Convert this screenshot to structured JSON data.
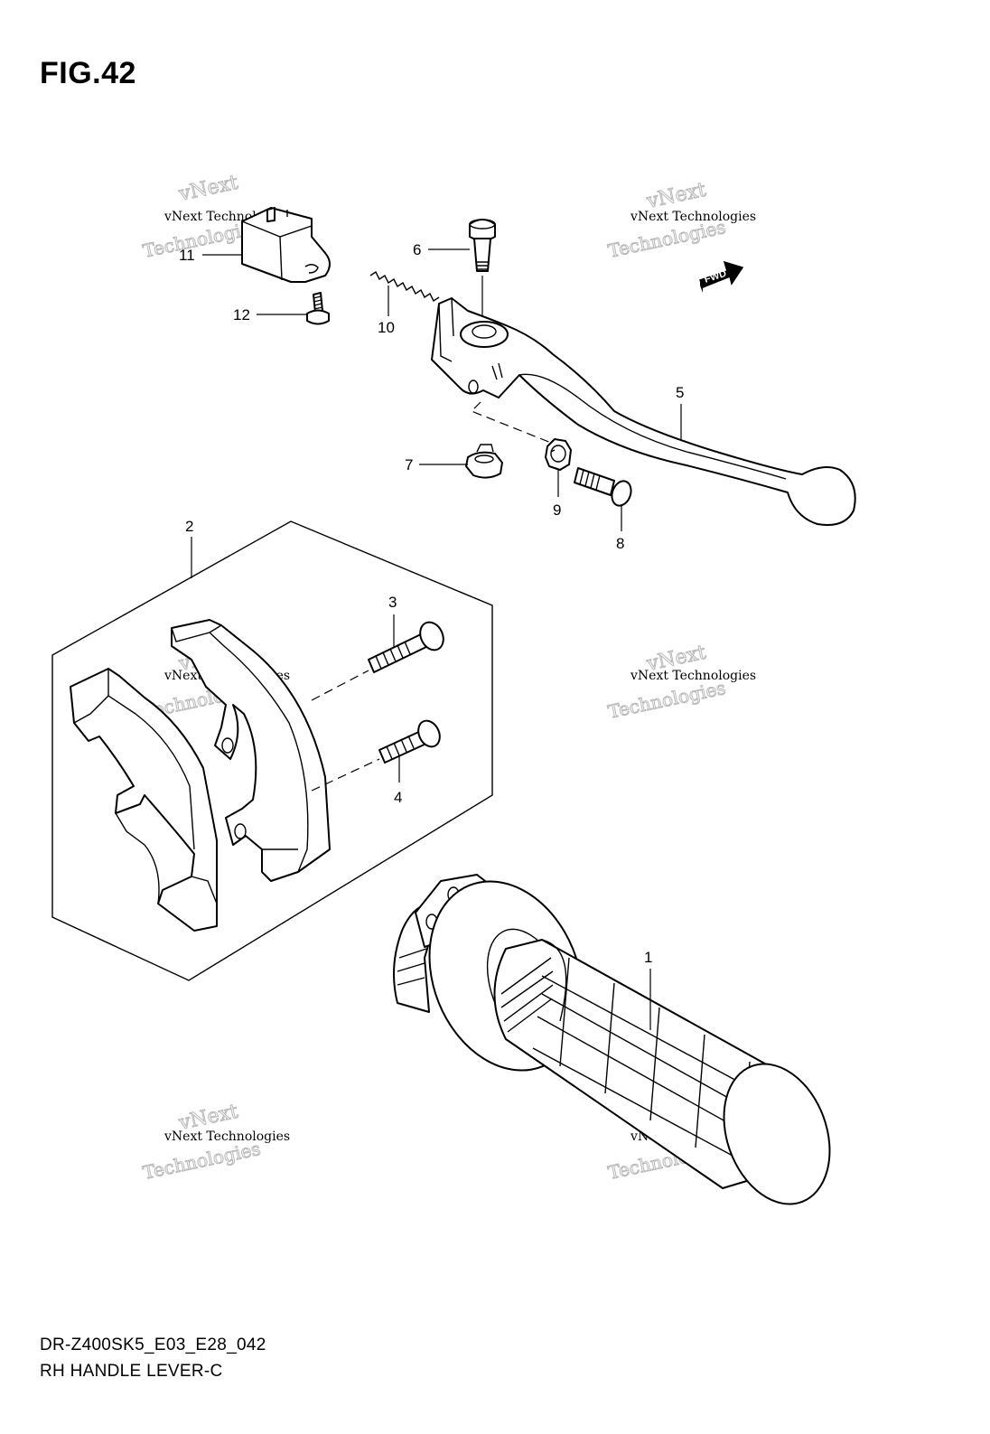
{
  "figure": {
    "title": "FIG.42",
    "code": "DR-Z400SK5_E03_E28_042",
    "name": "RH HANDLE LEVER-C"
  },
  "watermark": {
    "line1": "vNext Technologies",
    "line2": "vNext",
    "line3": "Technologies"
  },
  "direction_tag": "FWD",
  "callouts": [
    {
      "id": "1",
      "label": "1"
    },
    {
      "id": "2",
      "label": "2"
    },
    {
      "id": "3",
      "label": "3"
    },
    {
      "id": "4",
      "label": "4"
    },
    {
      "id": "5",
      "label": "5"
    },
    {
      "id": "6",
      "label": "6"
    },
    {
      "id": "7",
      "label": "7"
    },
    {
      "id": "8",
      "label": "8"
    },
    {
      "id": "9",
      "label": "9"
    },
    {
      "id": "10",
      "label": "10"
    },
    {
      "id": "11",
      "label": "11"
    },
    {
      "id": "12",
      "label": "12"
    }
  ]
}
